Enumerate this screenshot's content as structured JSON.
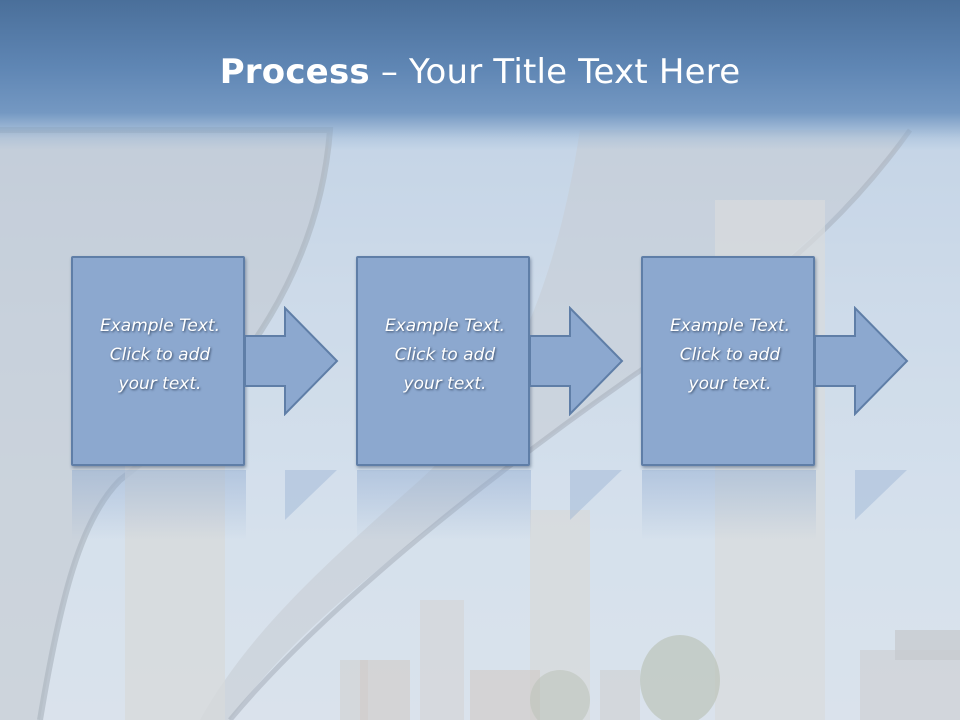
{
  "slide": {
    "title_bold": "Process",
    "title_rest": " – Your Title Text Here"
  },
  "steps": [
    {
      "text": "Example Text.\nClick  to add\nyour text."
    },
    {
      "text": "Example Text.\nClick  to add\nyour text."
    },
    {
      "text": "Example Text.\nClick  to add\nyour text."
    }
  ],
  "colors": {
    "title_bar": "#5f86b4",
    "box_fill": "#8ca8cf",
    "box_border": "#5f7ea7",
    "text": "#ffffff"
  }
}
